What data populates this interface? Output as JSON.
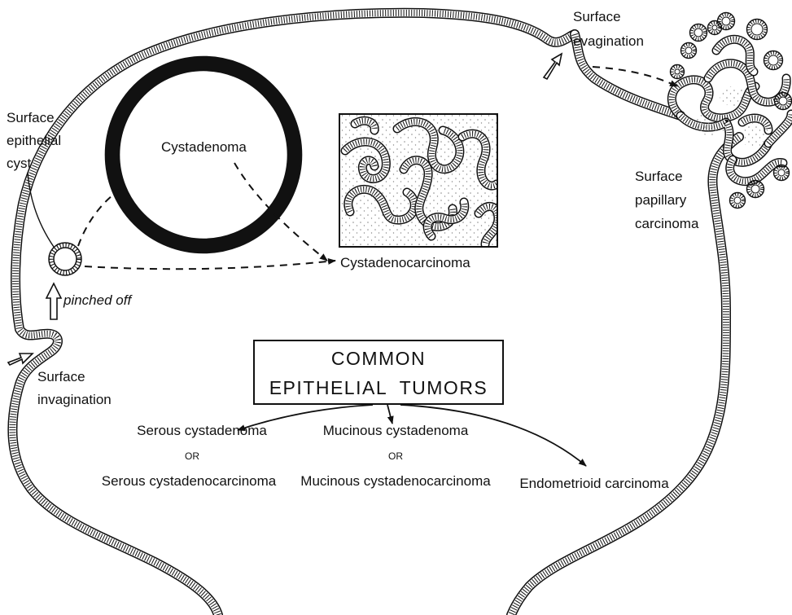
{
  "labels": {
    "surface_epithelial_cyst": [
      "Surface",
      "epithelial",
      "cyst"
    ],
    "cystadenoma": "Cystadenoma",
    "cystadenocarcinoma": "Cystadenocarcinoma",
    "pinched_off": "pinched off",
    "surface_invagination": [
      "Surface",
      "invagination"
    ],
    "surface_evagination": [
      "Surface",
      "evagination"
    ],
    "surface_papillary_carcinoma": [
      "Surface",
      "papillary",
      "carcinoma"
    ]
  },
  "box": {
    "line1": "COMMON",
    "line2": "EPITHELIAL  TUMORS"
  },
  "tumor_types": {
    "serous": {
      "line1": "Serous cystadenoma",
      "or": "OR",
      "line2": "Serous cystadenocarcinoma"
    },
    "mucinous": {
      "line1": "Mucinous cystadenoma",
      "or": "OR",
      "line2": "Mucinous cystadenocarcinoma"
    },
    "endometrioid": "Endometrioid carcinoma"
  },
  "colors": {
    "ink": "#111111",
    "stipple": "#9a9a9a",
    "background": "#ffffff"
  }
}
